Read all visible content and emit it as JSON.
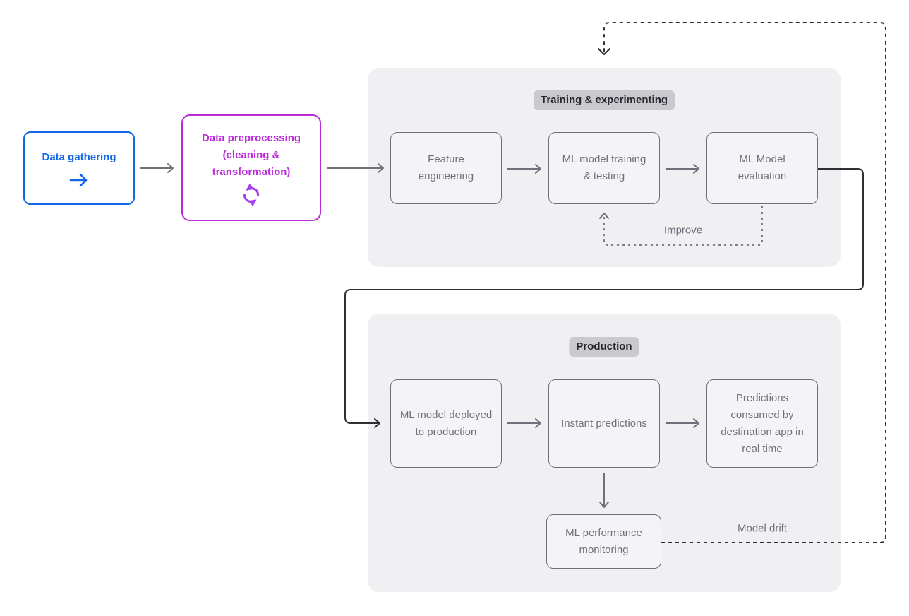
{
  "colors": {
    "blue": "#1266e8",
    "purple": "#bb2bd9",
    "violet": "#a53df2",
    "gray_text": "#6d717a",
    "dark_line": "#2e2e33",
    "section_bg": "#f0f0f3",
    "badge_bg": "#c9c9ce",
    "badge_text": "#26262e"
  },
  "groups": {
    "training": {
      "label": "Training & experimenting"
    },
    "production": {
      "label": "Production"
    }
  },
  "nodes": {
    "data_gathering": {
      "label": "Data gathering",
      "icon": "arrow-right-icon"
    },
    "data_preprocessing": {
      "label": "Data preprocessing (cleaning & transformation)",
      "icon": "sync-icon"
    },
    "feature_engineering": {
      "label": "Feature engineering"
    },
    "ml_training": {
      "label": "ML model training & testing"
    },
    "ml_evaluation": {
      "label": "ML Model evaluation"
    },
    "ml_deployed": {
      "label": "ML model deployed to production"
    },
    "instant_predictions": {
      "label": "Instant predictions"
    },
    "predictions_consumed": {
      "label": "Predictions consumed by destination app in real time"
    },
    "ml_monitoring": {
      "label": "ML performance monitoring"
    }
  },
  "edge_labels": {
    "improve": "Improve",
    "model_drift": "Model drift"
  }
}
